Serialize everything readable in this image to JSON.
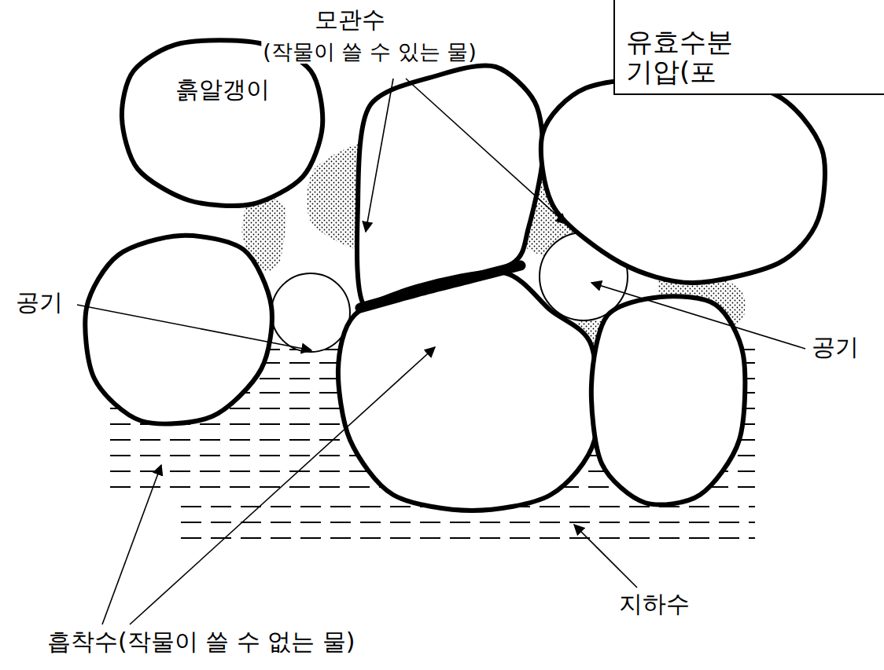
{
  "diagram": {
    "nodes": [
      {
        "text": [
          "유효수분 기압(포"
        ]
      },
      {
        "text": [
          "흙알갱이"
        ]
      }
    ],
    "labels": [
      "모관수",
      "(작물이 쓸 수 있는 물)",
      "공기",
      "공기",
      "흡착수(작물이 쓸 수 없는 물)",
      "지하수"
    ]
  }
}
